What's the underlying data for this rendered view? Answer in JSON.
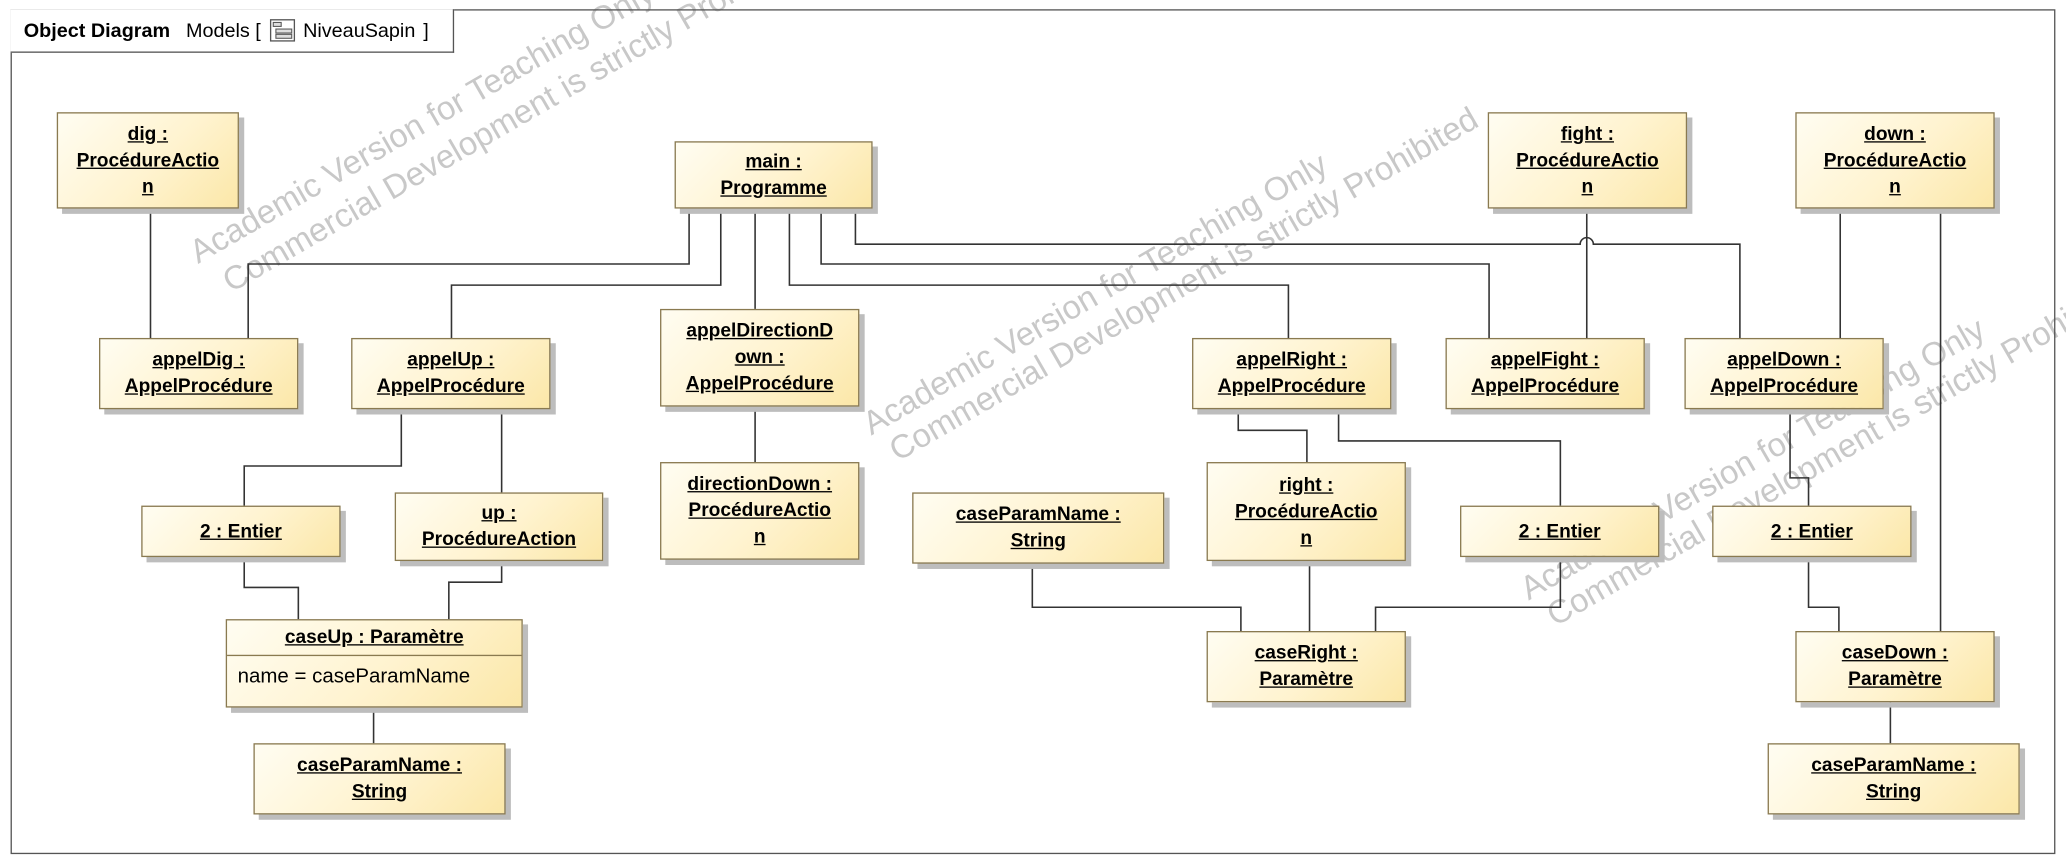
{
  "frame": {
    "kind": "Object Diagram",
    "path_prefix": "Models [",
    "package_icon": "package-diagram-icon",
    "diagram_name": "NiveauSapin",
    "path_suffix": "]"
  },
  "watermark": {
    "line1": "Academic Version for Teaching Only",
    "line2": "Commercial Development is strictly Prohibited"
  },
  "objects": {
    "dig": "dig :\nProcédureActio\nn",
    "main": "main :\nProgramme",
    "fight": "fight :\nProcédureActio\nn",
    "down": "down :\nProcédureActio\nn",
    "appelDig": "appelDig :\nAppelProcédure",
    "appelUp": "appelUp :\nAppelProcédure",
    "appelDirectionDown": "appelDirectionD\nown :\nAppelProcédure",
    "appelRight": "appelRight :\nAppelProcédure",
    "appelFight": "appelFight :\nAppelProcédure",
    "appelDown": "appelDown :\nAppelProcédure",
    "entierUp": "2 : Entier",
    "up": "up :\nProcédureAction",
    "directionDown": "directionDown :\nProcédureActio\nn",
    "caseParamNameMid": "caseParamName :\nString",
    "right": "right :\nProcédureActio\nn",
    "entierRight": "2 : Entier",
    "entierDown": "2 : Entier",
    "caseUp": "caseUp : Paramètre",
    "caseUpSlot": "name = caseParamName",
    "caseRight": "caseRight :\nParamètre",
    "caseDown": "caseDown :\nParamètre",
    "caseParamNameUp": "caseParamName :\nString",
    "caseParamNameDown": "caseParamName :\nString"
  }
}
